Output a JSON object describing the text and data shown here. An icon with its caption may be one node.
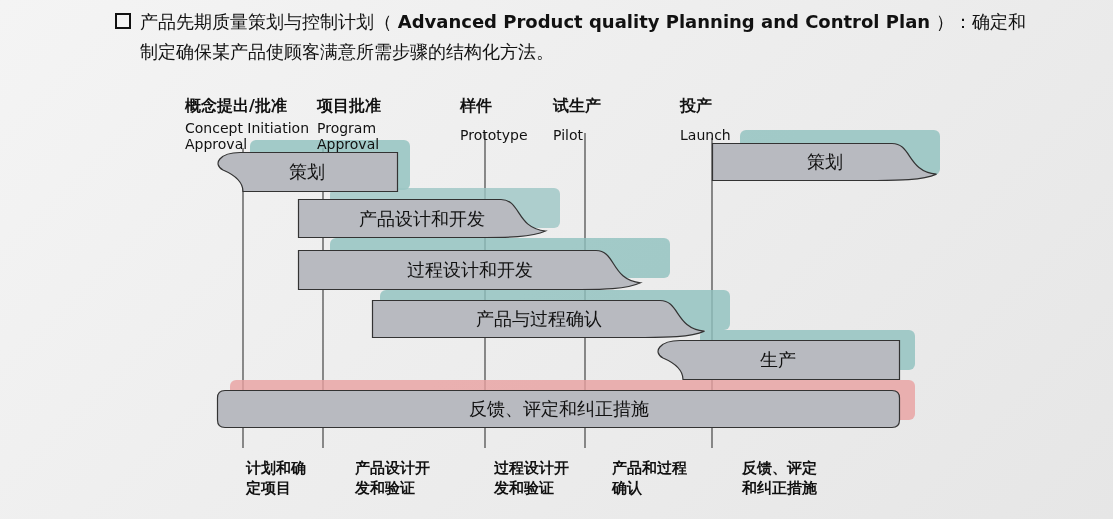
{
  "diagram": {
    "title": "产品先期质量策划与控制计划（ **Advanced Product quality Planning and Control Plan** ）：确定和制定确保某产品使顾客满意所需步骤的结构化方法。",
    "nodes": [
      {
        "text": [
          "策划"
        ]
      },
      {
        "text": [
          "策划"
        ]
      },
      {
        "text": [
          "产品设计和开发"
        ]
      },
      {
        "text": [
          "过程设计和开发"
        ]
      },
      {
        "text": [
          "产品与过程确认"
        ]
      },
      {
        "text": [
          "生产"
        ]
      },
      {
        "text": [
          "反馈、评定和纠正措施"
        ]
      }
    ],
    "edges": [],
    "labels": [
      "概念提出/批准",
      "Concept Initiation Approval",
      "项目批准",
      "Program Approval",
      "样件",
      "Prototype",
      "试生产",
      "Pilot",
      "投产",
      "Launch",
      "计划和确定项目",
      "产品设计开发和验证",
      "过程设计开发和验证",
      "产品和过程确认",
      "反馈、评定和纠正措施"
    ]
  }
}
